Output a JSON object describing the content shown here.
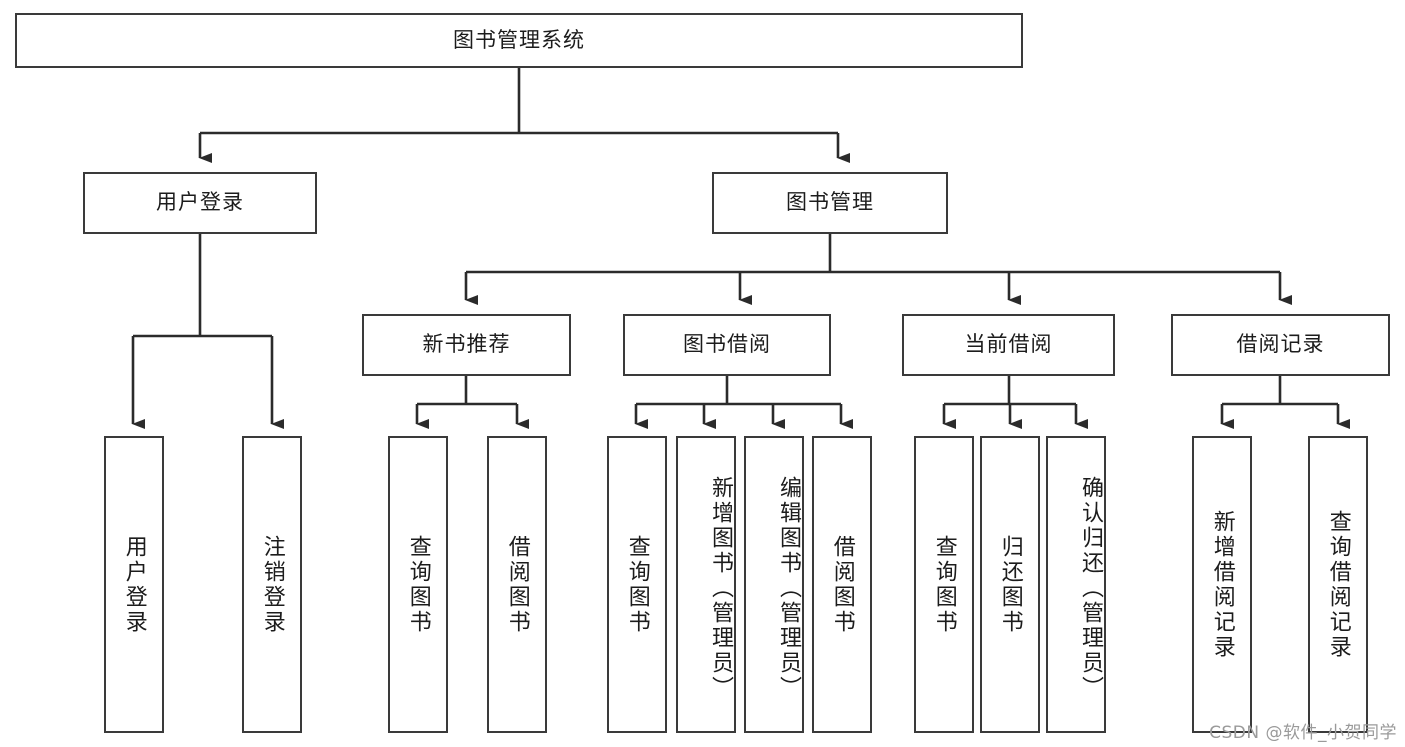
{
  "diagram": {
    "title": "图书管理系统",
    "type": "tree",
    "watermark": "CSDN @软件_小贺同学",
    "colors": {
      "stroke": "#3a3a3a",
      "fill": "#ffffff",
      "text": "#1c1c1c",
      "watermark": "#9a9a9a"
    },
    "nodes": {
      "root": "图书管理系统",
      "level2": [
        "用户登录",
        "图书管理"
      ],
      "level3": [
        "新书推荐",
        "图书借阅",
        "当前借阅",
        "借阅记录"
      ],
      "leaves": {
        "user_login": [
          "用户登录",
          "注销登录"
        ],
        "new_book_rec": [
          "查询图书",
          "借阅图书"
        ],
        "book_borrow": [
          "查询图书",
          "新增图书（管理员）",
          "编辑图书（管理员）",
          "借阅图书"
        ],
        "current_borrow": [
          "查询图书",
          "归还图书",
          "确认归还（管理员）"
        ],
        "borrow_records": [
          "新增借阅记录",
          "查询借阅记录"
        ]
      }
    }
  }
}
